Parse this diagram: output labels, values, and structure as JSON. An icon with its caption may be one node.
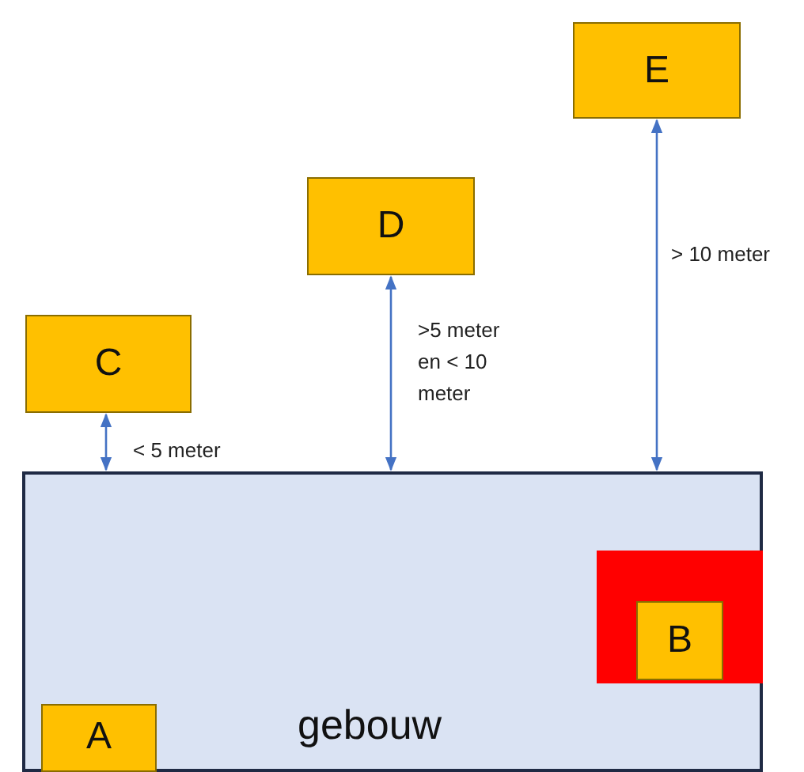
{
  "diagram": {
    "nodes": [
      {
        "text": [
          "C"
        ]
      },
      {
        "text": [
          "D"
        ]
      },
      {
        "text": [
          "E"
        ]
      },
      {
        "text": [
          "gebouw"
        ]
      },
      {
        "text": [],
        "shape": "box",
        "in": 3
      },
      {
        "text": [
          "B"
        ],
        "in": 4
      },
      {
        "text": [
          "A"
        ],
        "in": 3
      }
    ],
    "edges": [
      {
        "from": 0,
        "to": 3,
        "arrow": "both",
        "label": "< 5 meter"
      },
      {
        "from": 1,
        "to": 3,
        "arrow": "both",
        "label": ">5 meter en < 10 meter"
      },
      {
        "from": 2,
        "to": 3,
        "arrow": "both",
        "label": "> 10 meter"
      }
    ]
  }
}
